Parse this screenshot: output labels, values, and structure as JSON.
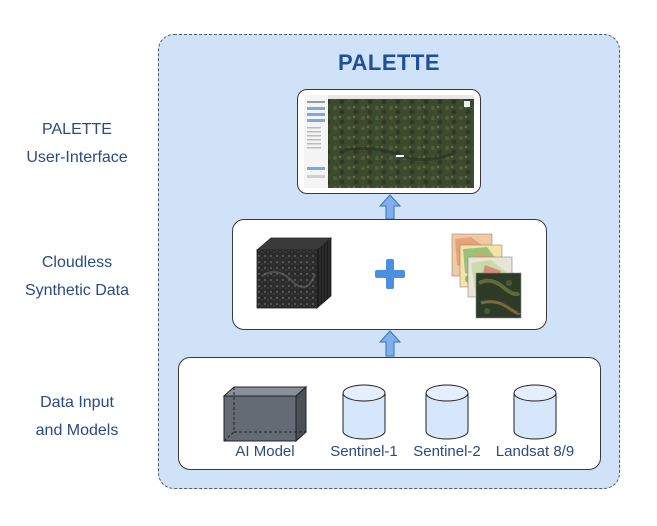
{
  "side_labels": {
    "ui_line1": "PALETTE",
    "ui_line2": "User-Interface",
    "synthetic_line1": "Cloudless",
    "synthetic_line2": "Synthetic Data",
    "input_line1": "Data Input",
    "input_line2": "and Models"
  },
  "title": "PALETTE",
  "sources": {
    "ai_model": "AI Model",
    "sentinel1": "Sentinel-1",
    "sentinel2": "Sentinel-2",
    "landsat": "Landsat 8/9"
  },
  "colors": {
    "panel": "#cfe2f7",
    "arrow": "#7fb0ec",
    "cylinder": "#d6e6fb",
    "plus": "#4a8fe0",
    "title": "#1f4f9a"
  }
}
